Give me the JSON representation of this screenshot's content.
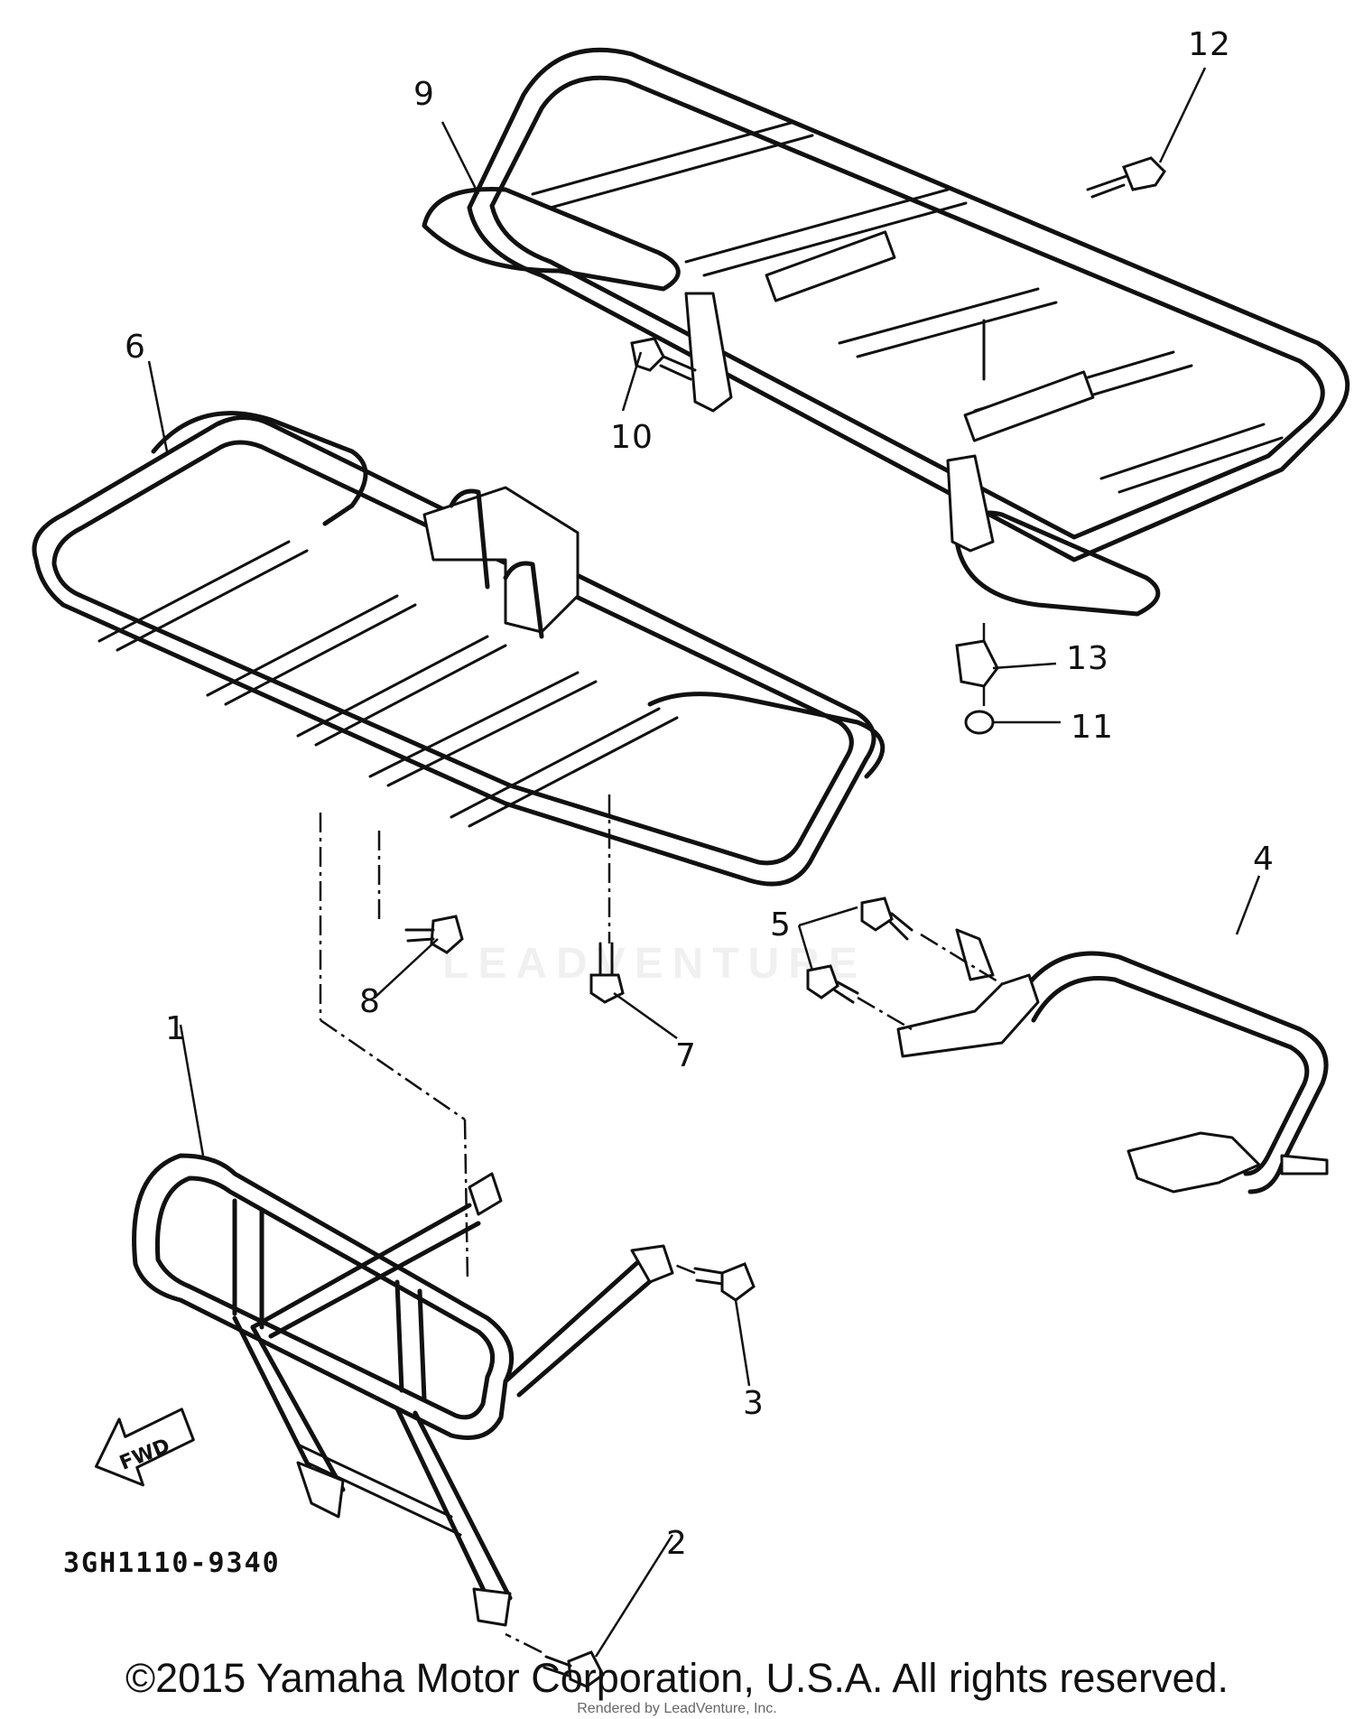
{
  "diagram": {
    "drawing_code": "3GH1110-9340",
    "forward_arrow_label": "FWD",
    "callouts": [
      {
        "id": "c1",
        "text": "1"
      },
      {
        "id": "c2",
        "text": "2"
      },
      {
        "id": "c3",
        "text": "3"
      },
      {
        "id": "c4",
        "text": "4"
      },
      {
        "id": "c5",
        "text": "5"
      },
      {
        "id": "c6",
        "text": "6"
      },
      {
        "id": "c7",
        "text": "7"
      },
      {
        "id": "c8",
        "text": "8"
      },
      {
        "id": "c9",
        "text": "9"
      },
      {
        "id": "c10",
        "text": "10"
      },
      {
        "id": "c11",
        "text": "11"
      },
      {
        "id": "c12",
        "text": "12"
      },
      {
        "id": "c13",
        "text": "13"
      }
    ]
  },
  "footer": {
    "copyright": "©2015 Yamaha Motor Corporation, U.S.A. All rights reserved.",
    "rendered_by": "Rendered by LeadVenture, Inc."
  },
  "watermark": "LEADVENTURE"
}
